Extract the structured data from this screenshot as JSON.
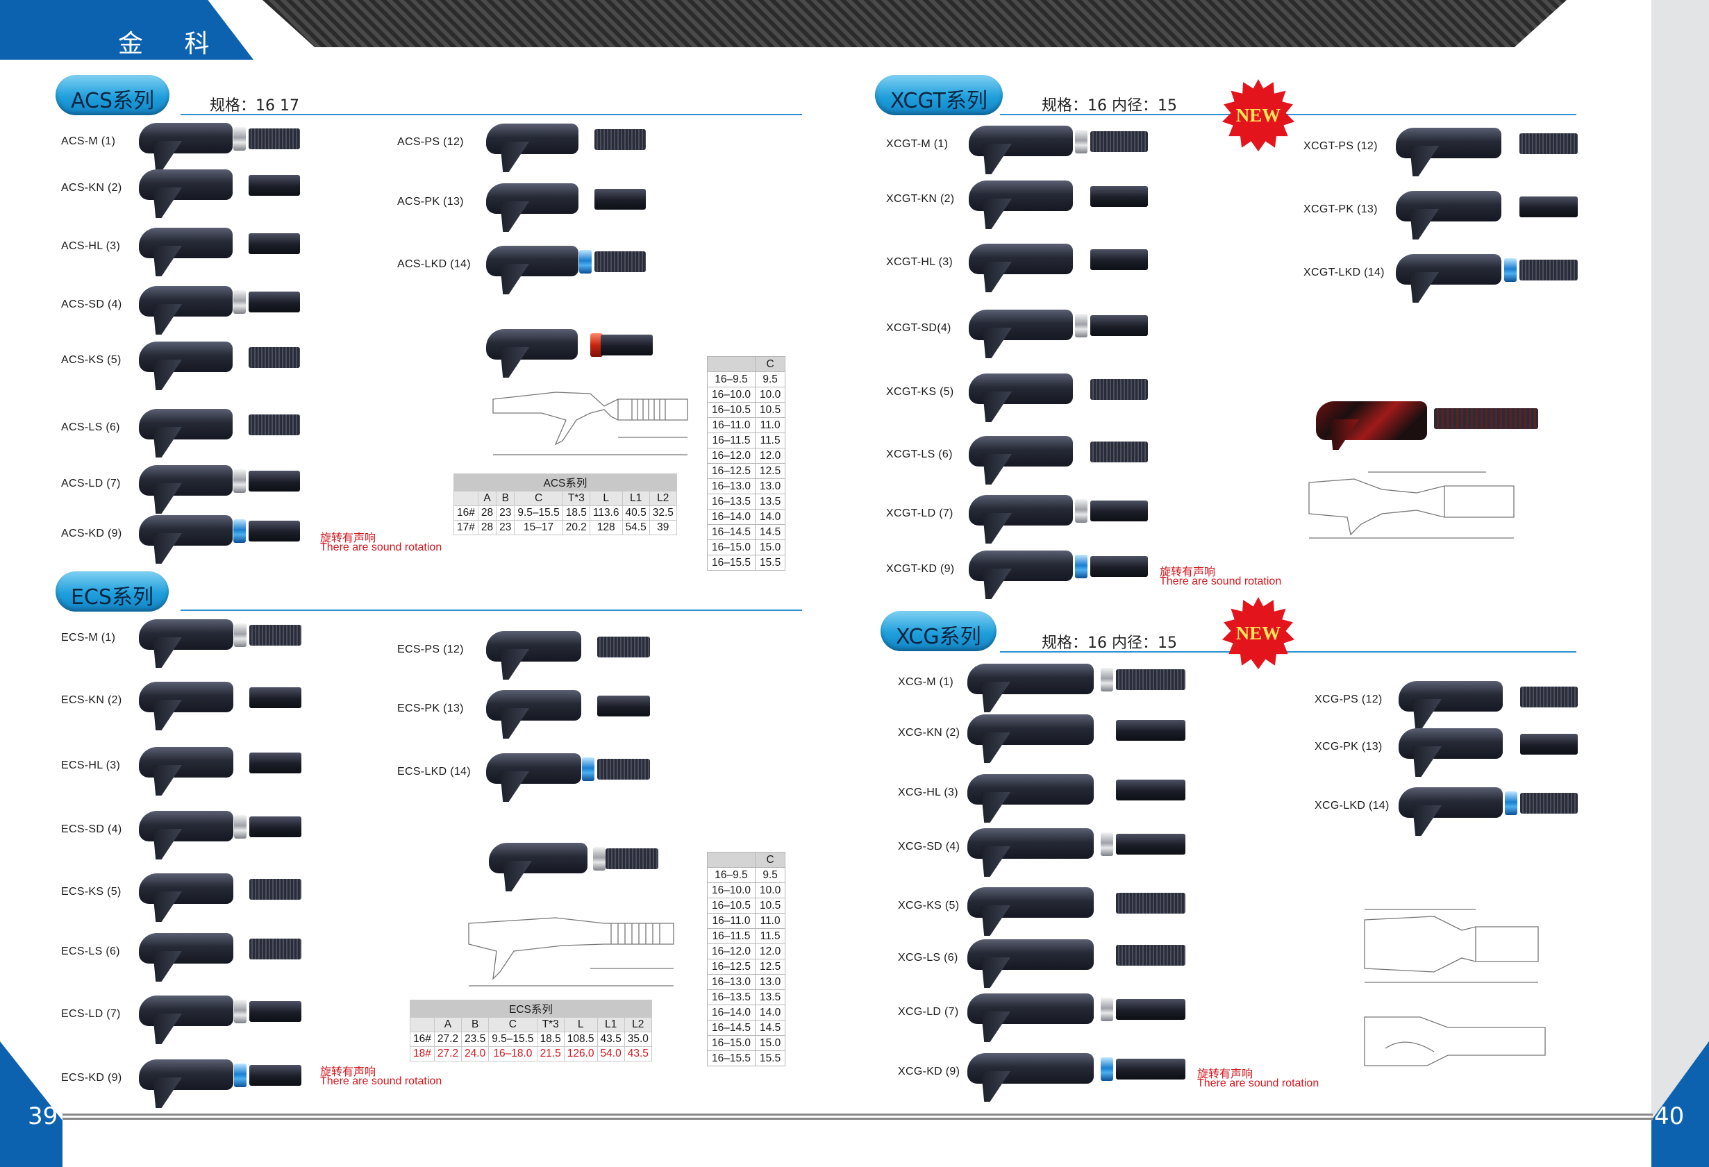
{
  "header": {
    "brand": "金 科"
  },
  "pages": {
    "left": "39",
    "right": "40"
  },
  "acs": {
    "title": "ACS系列",
    "spec": "规格：16 17",
    "left_items": [
      "ACS-M (1)",
      "ACS-KN (2)",
      "ACS-HL (3)",
      "ACS-SD (4)",
      "ACS-KS (5)",
      "ACS-LS (6)",
      "ACS-LD (7)",
      "ACS-KD (9)"
    ],
    "right_items": [
      "ACS-PS (12)",
      "ACS-PK (13)",
      "ACS-LKD (14)"
    ],
    "sound_cn": "旋转有声响",
    "sound_en": "There are sound rotation",
    "table": {
      "caption": "ACS系列",
      "headers": [
        "",
        "A",
        "B",
        "C",
        "T*3",
        "L",
        "L1",
        "L2"
      ],
      "rows": [
        [
          "16#",
          "28",
          "23",
          "9.5–15.5",
          "18.5",
          "113.6",
          "40.5",
          "32.5"
        ],
        [
          "17#",
          "28",
          "23",
          "15–17",
          "20.2",
          "128",
          "54.5",
          "39"
        ]
      ]
    }
  },
  "ecs": {
    "title": "ECS系列",
    "left_items": [
      "ECS-M (1)",
      "ECS-KN (2)",
      "ECS-HL (3)",
      "ECS-SD (4)",
      "ECS-KS (5)",
      "ECS-LS (6)",
      "ECS-LD (7)",
      "ECS-KD (9)"
    ],
    "right_items": [
      "ECS-PS (12)",
      "ECS-PK (13)",
      "ECS-LKD (14)"
    ],
    "sound_cn": "旋转有声响",
    "sound_en": "There are sound rotation",
    "table": {
      "caption": "ECS系列",
      "headers": [
        "",
        "A",
        "B",
        "C",
        "T*3",
        "L",
        "L1",
        "L2"
      ],
      "rows": [
        [
          "16#",
          "27.2",
          "23.5",
          "9.5–15.5",
          "18.5",
          "108.5",
          "43.5",
          "35.0"
        ],
        [
          "18#",
          "27.2",
          "24.0",
          "16–18.0",
          "21.5",
          "126.0",
          "54.0",
          "43.5"
        ]
      ]
    }
  },
  "c_table": {
    "header": "C",
    "rows": [
      [
        "16–9.5",
        "9.5"
      ],
      [
        "16–10.0",
        "10.0"
      ],
      [
        "16–10.5",
        "10.5"
      ],
      [
        "16–11.0",
        "11.0"
      ],
      [
        "16–11.5",
        "11.5"
      ],
      [
        "16–12.0",
        "12.0"
      ],
      [
        "16–12.5",
        "12.5"
      ],
      [
        "16–13.0",
        "13.0"
      ],
      [
        "16–13.5",
        "13.5"
      ],
      [
        "16–14.0",
        "14.0"
      ],
      [
        "16–14.5",
        "14.5"
      ],
      [
        "16–15.0",
        "15.0"
      ],
      [
        "16–15.5",
        "15.5"
      ]
    ]
  },
  "xcgt": {
    "title": "XCGT系列",
    "spec": "规格：16   内径：15",
    "badge": "NEW",
    "left_items": [
      "XCGT-M (1)",
      "XCGT-KN (2)",
      "XCGT-HL (3)",
      "XCGT-SD(4)",
      "XCGT-KS (5)",
      "XCGT-LS (6)",
      "XCGT-LD (7)",
      "XCGT-KD (9)"
    ],
    "right_items": [
      "XCGT-PS (12)",
      "XCGT-PK (13)",
      "XCGT-LKD (14)"
    ],
    "sound_cn": "旋转有声响",
    "sound_en": "There are sound rotation"
  },
  "xcg": {
    "title": "XCG系列",
    "spec": "规格：16  内径：15",
    "badge": "NEW",
    "left_items": [
      "XCG-M (1)",
      "XCG-KN (2)",
      "XCG-HL (3)",
      "XCG-SD (4)",
      "XCG-KS (5)",
      "XCG-LS (6)",
      "XCG-LD (7)",
      "XCG-KD (9)"
    ],
    "right_items": [
      "XCG-PS (12)",
      "XCG-PK (13)",
      "XCG-LKD (14)"
    ],
    "sound_cn": "旋转有声响",
    "sound_en": "There are sound rotation"
  },
  "colors": {
    "brand_blue": "#0d62b0",
    "pill_blue": "#1f9fdc",
    "note_red": "#d3151c"
  }
}
